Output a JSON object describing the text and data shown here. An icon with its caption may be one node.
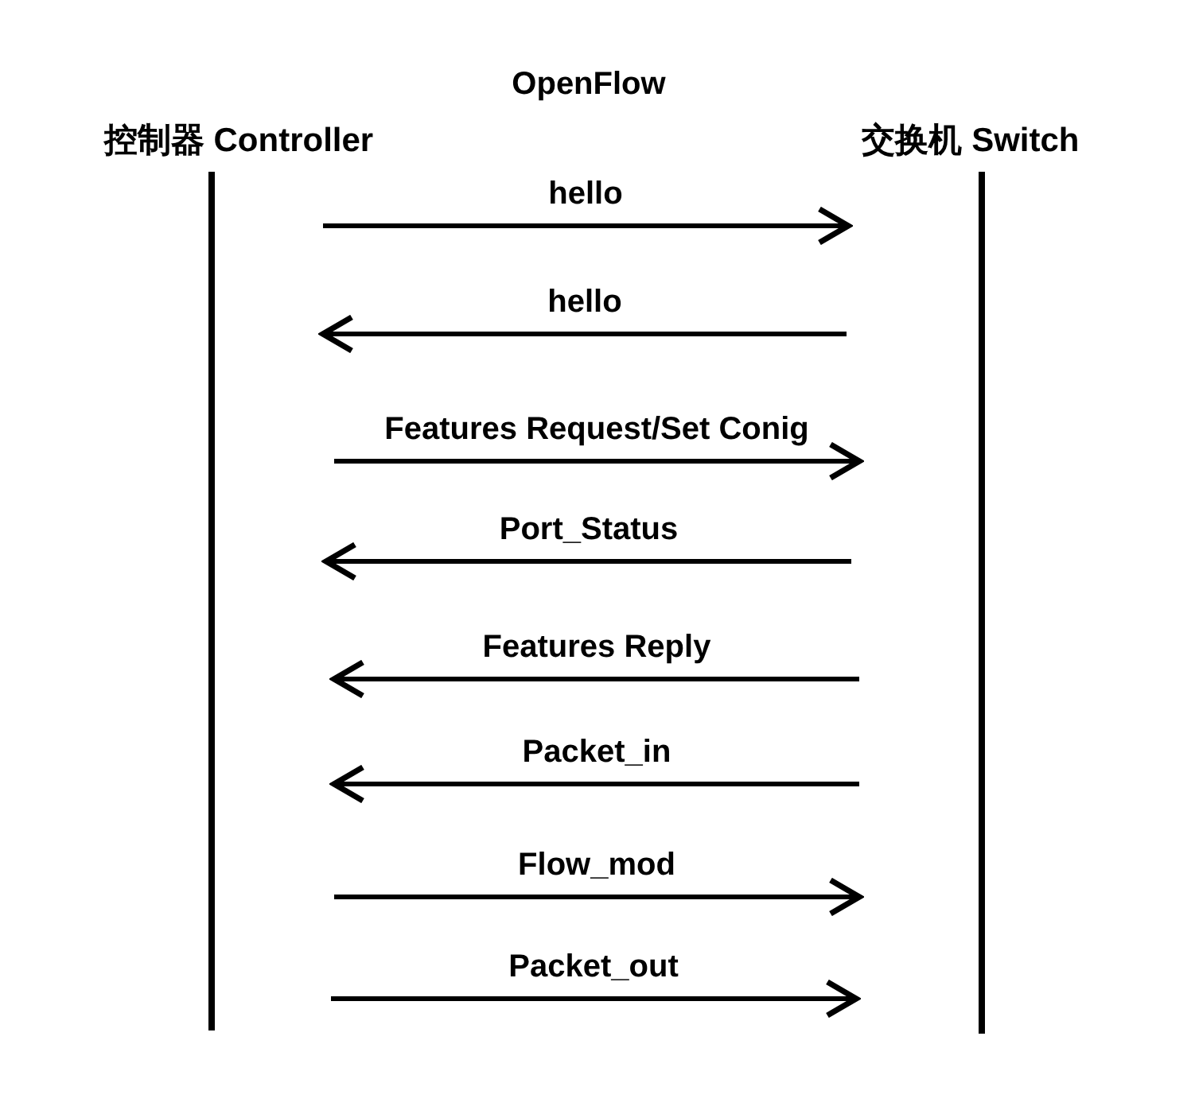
{
  "diagram": {
    "title": "OpenFlow",
    "nodes": [
      {
        "text": [
          "控制器 Controller"
        ]
      },
      {
        "text": [
          "交换机 Switch"
        ]
      }
    ],
    "edges": [
      {
        "from": 0,
        "to": 1,
        "arrow": "to",
        "label": "hello"
      },
      {
        "from": 1,
        "to": 0,
        "arrow": "to",
        "label": "hello"
      },
      {
        "from": 0,
        "to": 1,
        "arrow": "to",
        "label": "Features Request/Set Conig"
      },
      {
        "from": 1,
        "to": 0,
        "arrow": "to",
        "label": "Port_Status"
      },
      {
        "from": 1,
        "to": 0,
        "arrow": "to",
        "label": "Features Reply"
      },
      {
        "from": 1,
        "to": 0,
        "arrow": "to",
        "label": "Packet_in"
      },
      {
        "from": 0,
        "to": 1,
        "arrow": "to",
        "label": "Flow_mod"
      },
      {
        "from": 0,
        "to": 1,
        "arrow": "to",
        "label": "Packet_out"
      }
    ]
  }
}
